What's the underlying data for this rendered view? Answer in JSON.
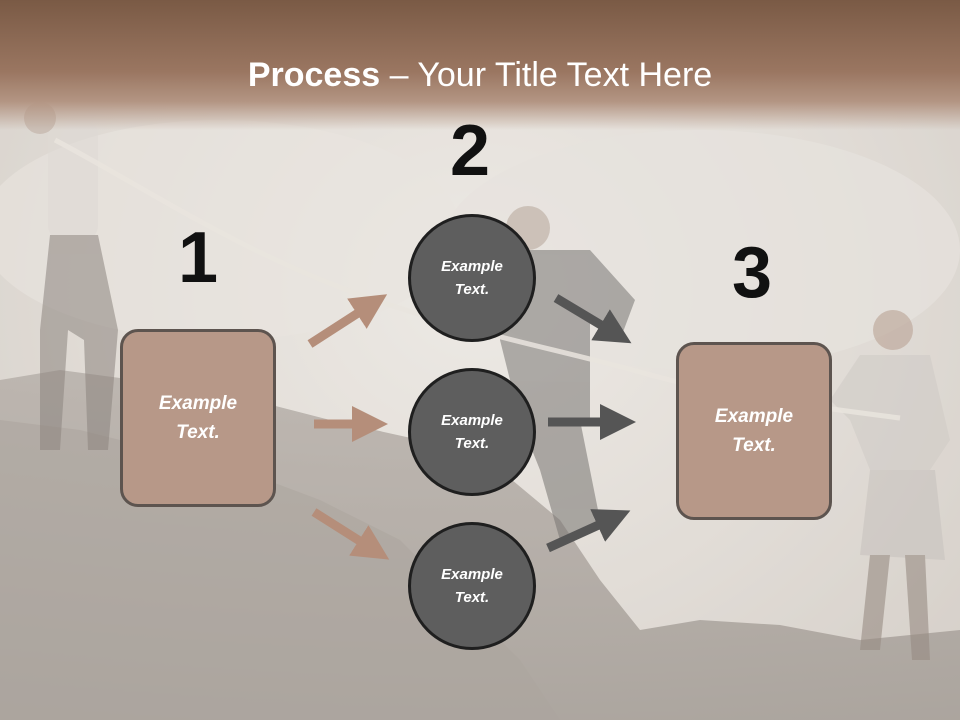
{
  "title": {
    "bold": "Process",
    "rest": " – Your Title Text Here"
  },
  "steps": [
    {
      "number": "1",
      "label": "Example\nText."
    },
    {
      "number": "2",
      "items": [
        "Example\nText.",
        "Example\nText.",
        "Example\nText."
      ]
    },
    {
      "number": "3",
      "label": "Example\nText."
    }
  ],
  "colors": {
    "header": "#9a7661",
    "box_fill": "#b79888",
    "circle_fill": "#5e5e5e",
    "arrow_left": "#b58e7a",
    "arrow_right": "#555555"
  },
  "background": "photo: business people in a tug of war on a rocky cliff"
}
